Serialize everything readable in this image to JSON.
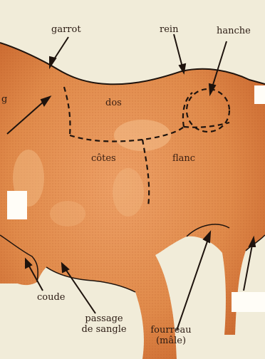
{
  "labels": {
    "garrot": "garrot",
    "rein": "rein",
    "hanche": "hanche",
    "dos": "dos",
    "cotes": "côtes",
    "flanc": "flanc",
    "coude": "coude",
    "passage_sangle_1": "passage",
    "passage_sangle_2": "de sangle",
    "fourreau_1": "fourreau",
    "fourreau_2": "(mâle)",
    "partial_left": "g"
  },
  "colors": {
    "background": "#f1ecd9",
    "coat": "#e08a4a",
    "coat_dark": "#c7632b",
    "highlight": "#f4c08c",
    "line": "#1e130d",
    "blank_box": "#fffdf7"
  }
}
